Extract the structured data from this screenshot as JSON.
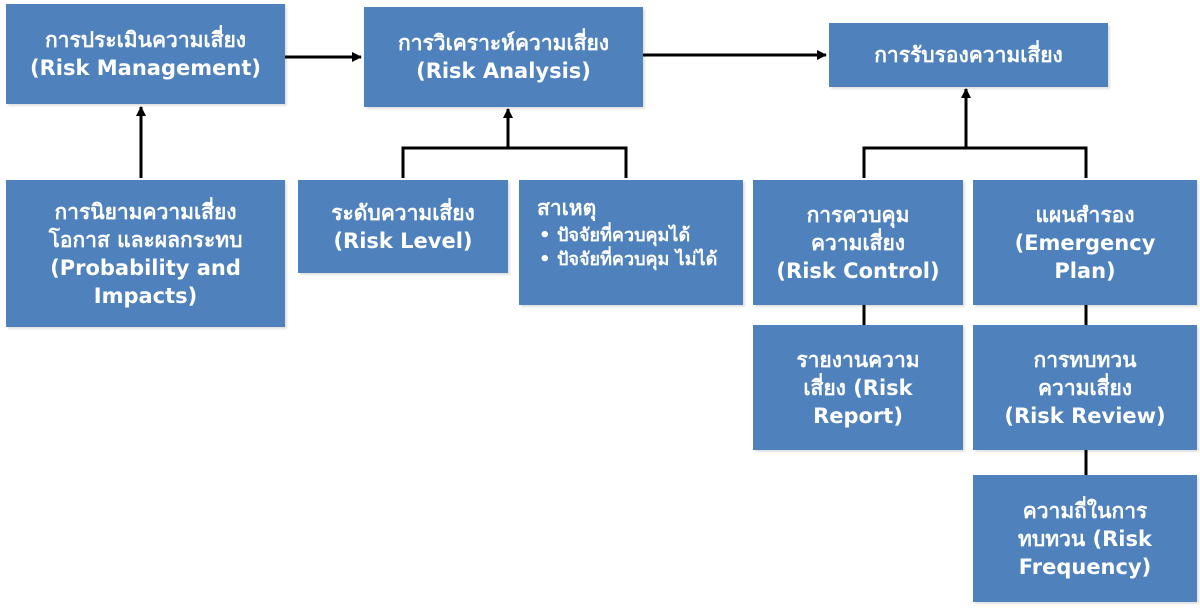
{
  "nodes": {
    "risk_management": {
      "lines": [
        "การประเมินความเสี่ยง",
        "(Risk Management)"
      ]
    },
    "risk_analysis": {
      "lines": [
        "การวิเคราะห์ความเสี่ยง",
        "(Risk Analysis)"
      ]
    },
    "risk_acceptance": {
      "lines": [
        "การรับรองความเสี่ยง"
      ]
    },
    "probability_impacts": {
      "lines": [
        "การนิยามความเสี่ยง",
        "โอกาส และผลกระทบ",
        "(Probability and",
        "Impacts)"
      ]
    },
    "risk_level": {
      "lines": [
        "ระดับความเสี่ยง",
        "(Risk Level)"
      ]
    },
    "causes": {
      "title": "สาเหตุ",
      "bullets": [
        "ปัจจัยที่ควบคุมได้",
        "ปัจจัยที่ควบคุม ไม่ได้"
      ]
    },
    "risk_control": {
      "lines": [
        "การควบคุม",
        "ความเสี่ยง",
        "(Risk Control)"
      ]
    },
    "emergency_plan": {
      "lines": [
        "แผนสำรอง",
        "(Emergency",
        "Plan)"
      ]
    },
    "risk_report": {
      "lines": [
        "รายงานความ",
        "เสี่ยง (Risk",
        "Report)"
      ]
    },
    "risk_review": {
      "lines": [
        "การทบทวน",
        "ความเสี่ยง",
        "(Risk Review)"
      ]
    },
    "risk_frequency": {
      "lines": [
        "ความถี่ในการ",
        "ทบทวน (Risk",
        "Frequency)"
      ]
    }
  },
  "colors": {
    "box_fill": "#4f81bd",
    "box_text": "#ffffff",
    "connector": "#000000"
  }
}
